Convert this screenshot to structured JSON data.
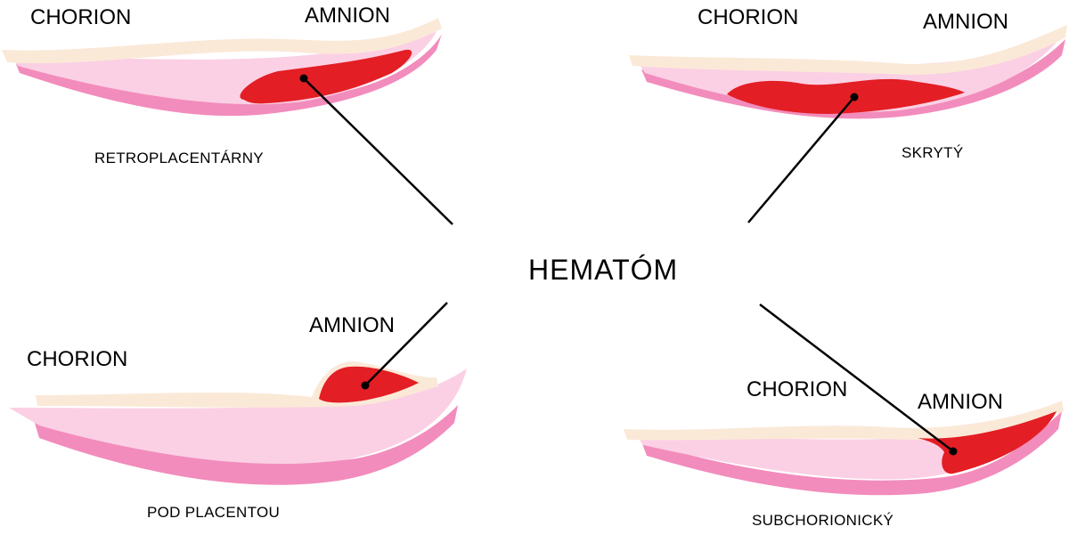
{
  "center_label": "HEMATÓM",
  "colors": {
    "decidua": "#f28cbc",
    "placenta": "#fbd0e4",
    "chorion_amnion": "#fbe9d8",
    "hematoma": "#e31e24",
    "line": "#000000"
  },
  "panels": [
    {
      "type": "RETROPLACENTÁRNY",
      "chorion": "CHORION",
      "amnion": "AMNION"
    },
    {
      "type": "SKRYTÝ",
      "chorion": "CHORION",
      "amnion": "AMNION"
    },
    {
      "type": "POD PLACENTOU",
      "chorion": "CHORION",
      "amnion": "AMNION"
    },
    {
      "type": "SUBCHORIONICKÝ",
      "chorion": "CHORION",
      "amnion": "AMNION"
    }
  ]
}
